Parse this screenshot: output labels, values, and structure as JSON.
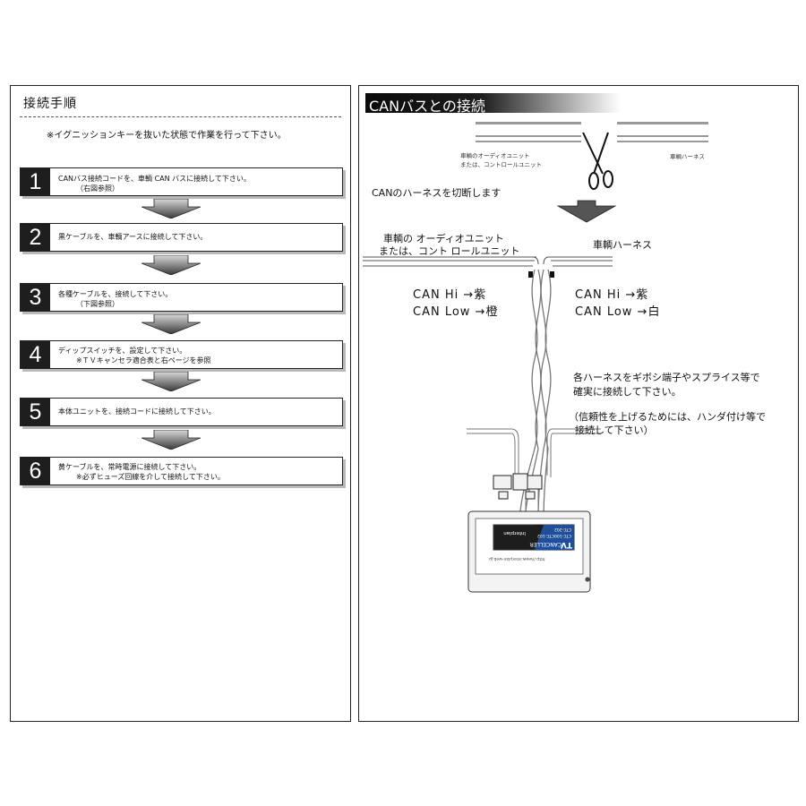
{
  "left": {
    "title": "接続手順",
    "note": "※イグニッションキーを抜いた状態で作業を行って下さい。",
    "steps": [
      {
        "num": "1",
        "line1": "CANバス接続コードを、車輌 CAN バスに接続して下さい。",
        "line2": "（右図参照）"
      },
      {
        "num": "2",
        "line1": "黒ケーブルを、車輌アースに接続して下さい。",
        "line2": ""
      },
      {
        "num": "3",
        "line1": "各種ケーブルを、接続して下さい。",
        "line2": "（下図参照）"
      },
      {
        "num": "4",
        "line1": "ディップスイッチを、設定して下さい。",
        "line2": "※ＴＶキャンセラ適合表と右ページを参照"
      },
      {
        "num": "5",
        "line1": "本体ユニットを、接続コードに接続して下さい。",
        "line2": ""
      },
      {
        "num": "6",
        "line1": "黄ケーブルを、常時電源に接続して下さい。",
        "line2": "※必ずヒューズ回線を介して接続して下さい。"
      }
    ]
  },
  "right": {
    "header": "CANバスとの接続",
    "top_left_small_1": "車輌のオーディオユニット",
    "top_left_small_2": "または、コントロールユニット",
    "top_right_small": "車輌ハーネス",
    "cut_text": "CANのハーネスを切断します",
    "label_left_1": "車輌の オーディオユニット",
    "label_left_2": "または、コント ロールユニット",
    "label_right": "車輌ハーネス",
    "can_left_hi": "CAN  Hi  →紫",
    "can_left_low": "CAN  Low →橙",
    "can_right_hi": "CAN  Hi  →紫",
    "can_right_low": "CAN  Low →白",
    "instr_1": "各ハーネスをギボシ端子やスプライス等で",
    "instr_2": "確実に接続して下さい。",
    "instr_3": "（信頼性を上げるためには、ハンダ付け等で",
    "instr_4": "接続して下さい）",
    "device": {
      "brand": "Interplan",
      "product_1": "TV",
      "product_2": "CANCELLER",
      "model_1": "CTC-100",
      "model_2": "CTC-102",
      "model_3": "CTC-202",
      "small_text": "http://www.interplan-web.jp"
    }
  }
}
